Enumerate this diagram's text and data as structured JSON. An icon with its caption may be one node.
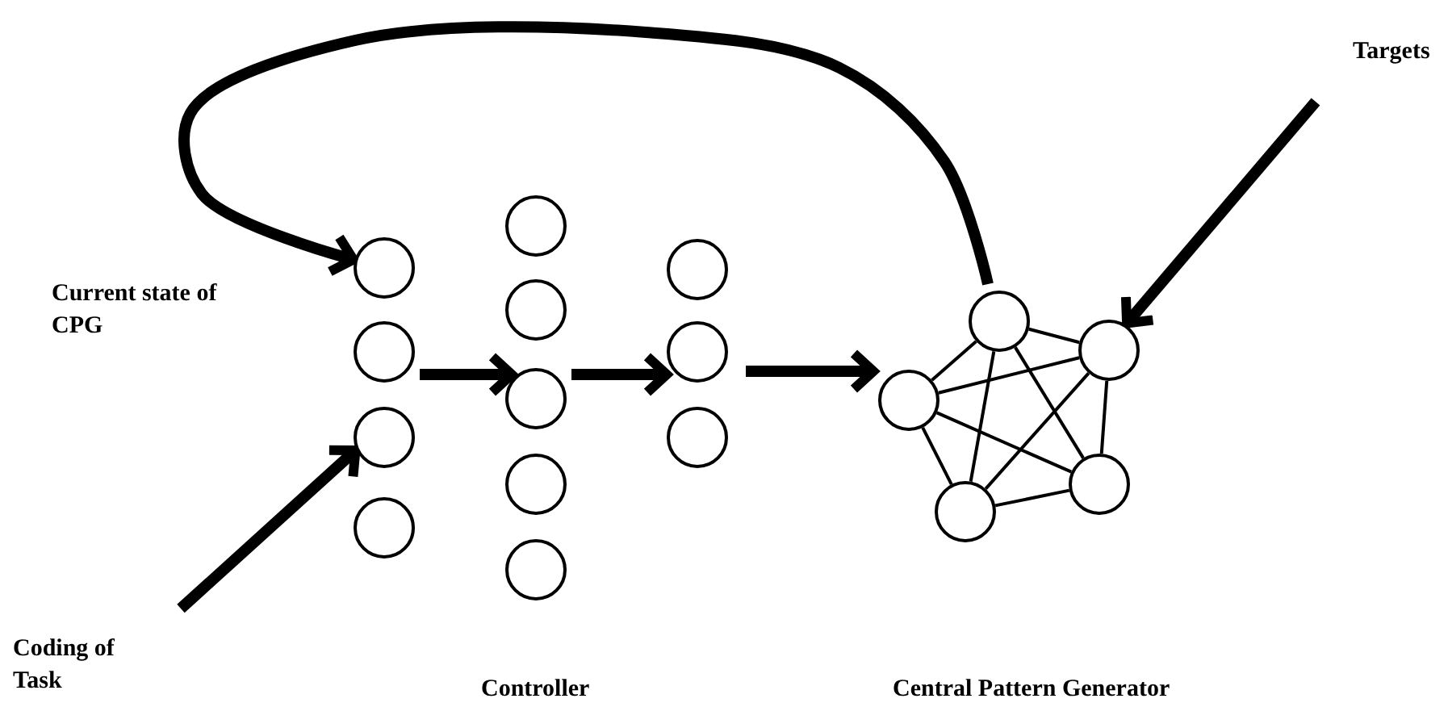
{
  "diagram": {
    "nodes": [
      {
        "text": [
          "Targets"
        ]
      },
      {
        "text": [],
        "shape": "circle"
      },
      {
        "text": [],
        "shape": "circle"
      },
      {
        "text": [],
        "shape": "circle"
      },
      {
        "text": [],
        "shape": "circle"
      },
      {
        "text": [],
        "shape": "circle"
      },
      {
        "text": [],
        "shape": "circle"
      },
      {
        "text": [],
        "shape": "circle"
      },
      {
        "text": [],
        "shape": "circle"
      },
      {
        "text": [],
        "shape": "circle"
      },
      {
        "text": [],
        "shape": "circle"
      },
      {
        "text": [],
        "shape": "circle"
      },
      {
        "text": [],
        "shape": "circle"
      },
      {
        "text": [],
        "shape": "circle"
      },
      {
        "text": [],
        "shape": "circle"
      },
      {
        "text": [],
        "shape": "circle"
      },
      {
        "text": [],
        "shape": "circle"
      },
      {
        "text": [],
        "shape": "circle"
      },
      {
        "text": [
          "Coding of Task"
        ]
      }
    ],
    "edges": [
      {
        "from": 13,
        "to": 14,
        "arrow": "none"
      },
      {
        "from": 13,
        "to": 15,
        "arrow": "none"
      },
      {
        "from": 13,
        "to": 16,
        "arrow": "none"
      },
      {
        "from": 13,
        "to": 17,
        "arrow": "none"
      },
      {
        "from": 14,
        "to": 15,
        "arrow": "none"
      },
      {
        "from": 14,
        "to": 16,
        "arrow": "none"
      },
      {
        "from": 14,
        "to": 17,
        "arrow": "none"
      },
      {
        "from": 15,
        "to": 16,
        "arrow": "none"
      },
      {
        "from": 15,
        "to": 17,
        "arrow": "none"
      },
      {
        "from": 16,
        "to": 17,
        "arrow": "none"
      },
      {
        "from": 2,
        "to": 7,
        "arrow": "to",
        "style": "thick"
      },
      {
        "from": 7,
        "to": 11,
        "arrow": "to",
        "style": "thick"
      },
      {
        "from": 11,
        "to": 15,
        "arrow": "to",
        "style": "thick"
      },
      {
        "from": 13,
        "to": 1,
        "arrow": "to",
        "style": "thick"
      },
      {
        "from": 0,
        "to": 14,
        "arrow": "to",
        "style": "thick"
      },
      {
        "from": 18,
        "to": 3,
        "arrow": "to",
        "style": "thick"
      }
    ],
    "labels": [
      "Current state of CPG",
      "Controller",
      "Central Pattern Generator"
    ]
  }
}
